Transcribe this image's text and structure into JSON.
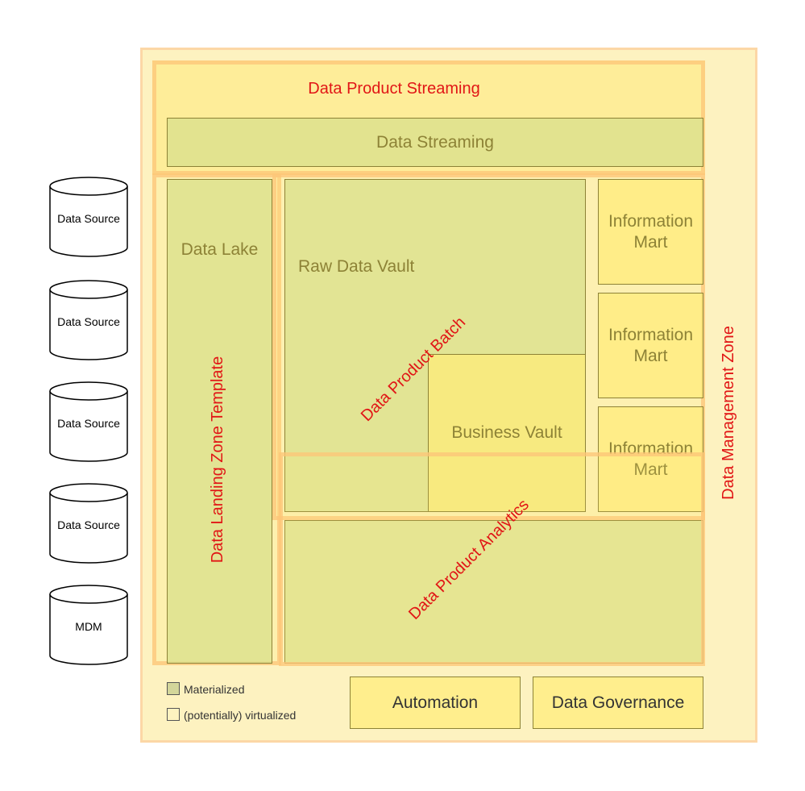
{
  "sources": [
    "Data Source",
    "Data Source",
    "Data Source",
    "Data Source",
    "MDM"
  ],
  "zones": {
    "streaming": "Data Product Streaming",
    "landing": "Data Landing Zone Template",
    "batch": "Data Product Batch",
    "analytics": "Data Product Analytics",
    "management": "Data Management Zone"
  },
  "blocks": {
    "data_streaming": "Data Streaming",
    "data_lake": "Data Lake",
    "raw_data_vault": "Raw Data Vault",
    "business_vault": "Business Vault",
    "information_mart_1": [
      "Information",
      "Mart"
    ],
    "information_mart_2": [
      "Information",
      "Mart"
    ],
    "information_mart_3": [
      "Information",
      "Mart"
    ],
    "automation": "Automation",
    "data_governance": "Data Governance"
  },
  "legend": {
    "materialized": "Materialized",
    "virtualized": "(potentially) virtualized"
  },
  "colors": {
    "outer_background": "#fdf2c0",
    "materialized": "#dfe08c",
    "virtualized": "#ffec78",
    "zone_label": "#e11616",
    "block_label": "#8d8236"
  }
}
